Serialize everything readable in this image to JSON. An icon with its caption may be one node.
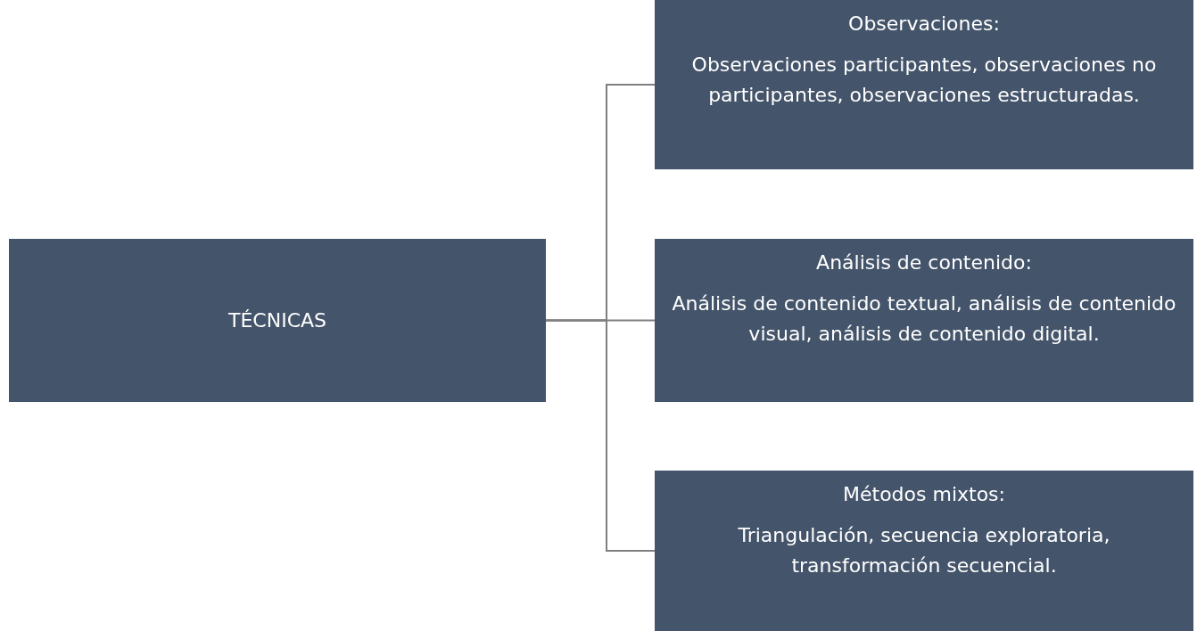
{
  "diagram": {
    "nodes": [
      {
        "text": [
          "TÉCNICAS"
        ]
      },
      {
        "text": [
          "Observaciones:",
          "Observaciones participantes, observaciones no participantes, observaciones estructuradas."
        ]
      },
      {
        "text": [
          "Análisis de contenido:",
          "Análisis de contenido textual, análisis de contenido visual, análisis de contenido digital."
        ]
      },
      {
        "text": [
          "Métodos mixtos:",
          "Triangulación, secuencia exploratoria, transformación secuencial."
        ]
      }
    ],
    "edges": [
      {
        "from": 0,
        "to": 1,
        "arrow": "none"
      },
      {
        "from": 0,
        "to": 2,
        "arrow": "none"
      },
      {
        "from": 0,
        "to": 3,
        "arrow": "none"
      }
    ]
  }
}
